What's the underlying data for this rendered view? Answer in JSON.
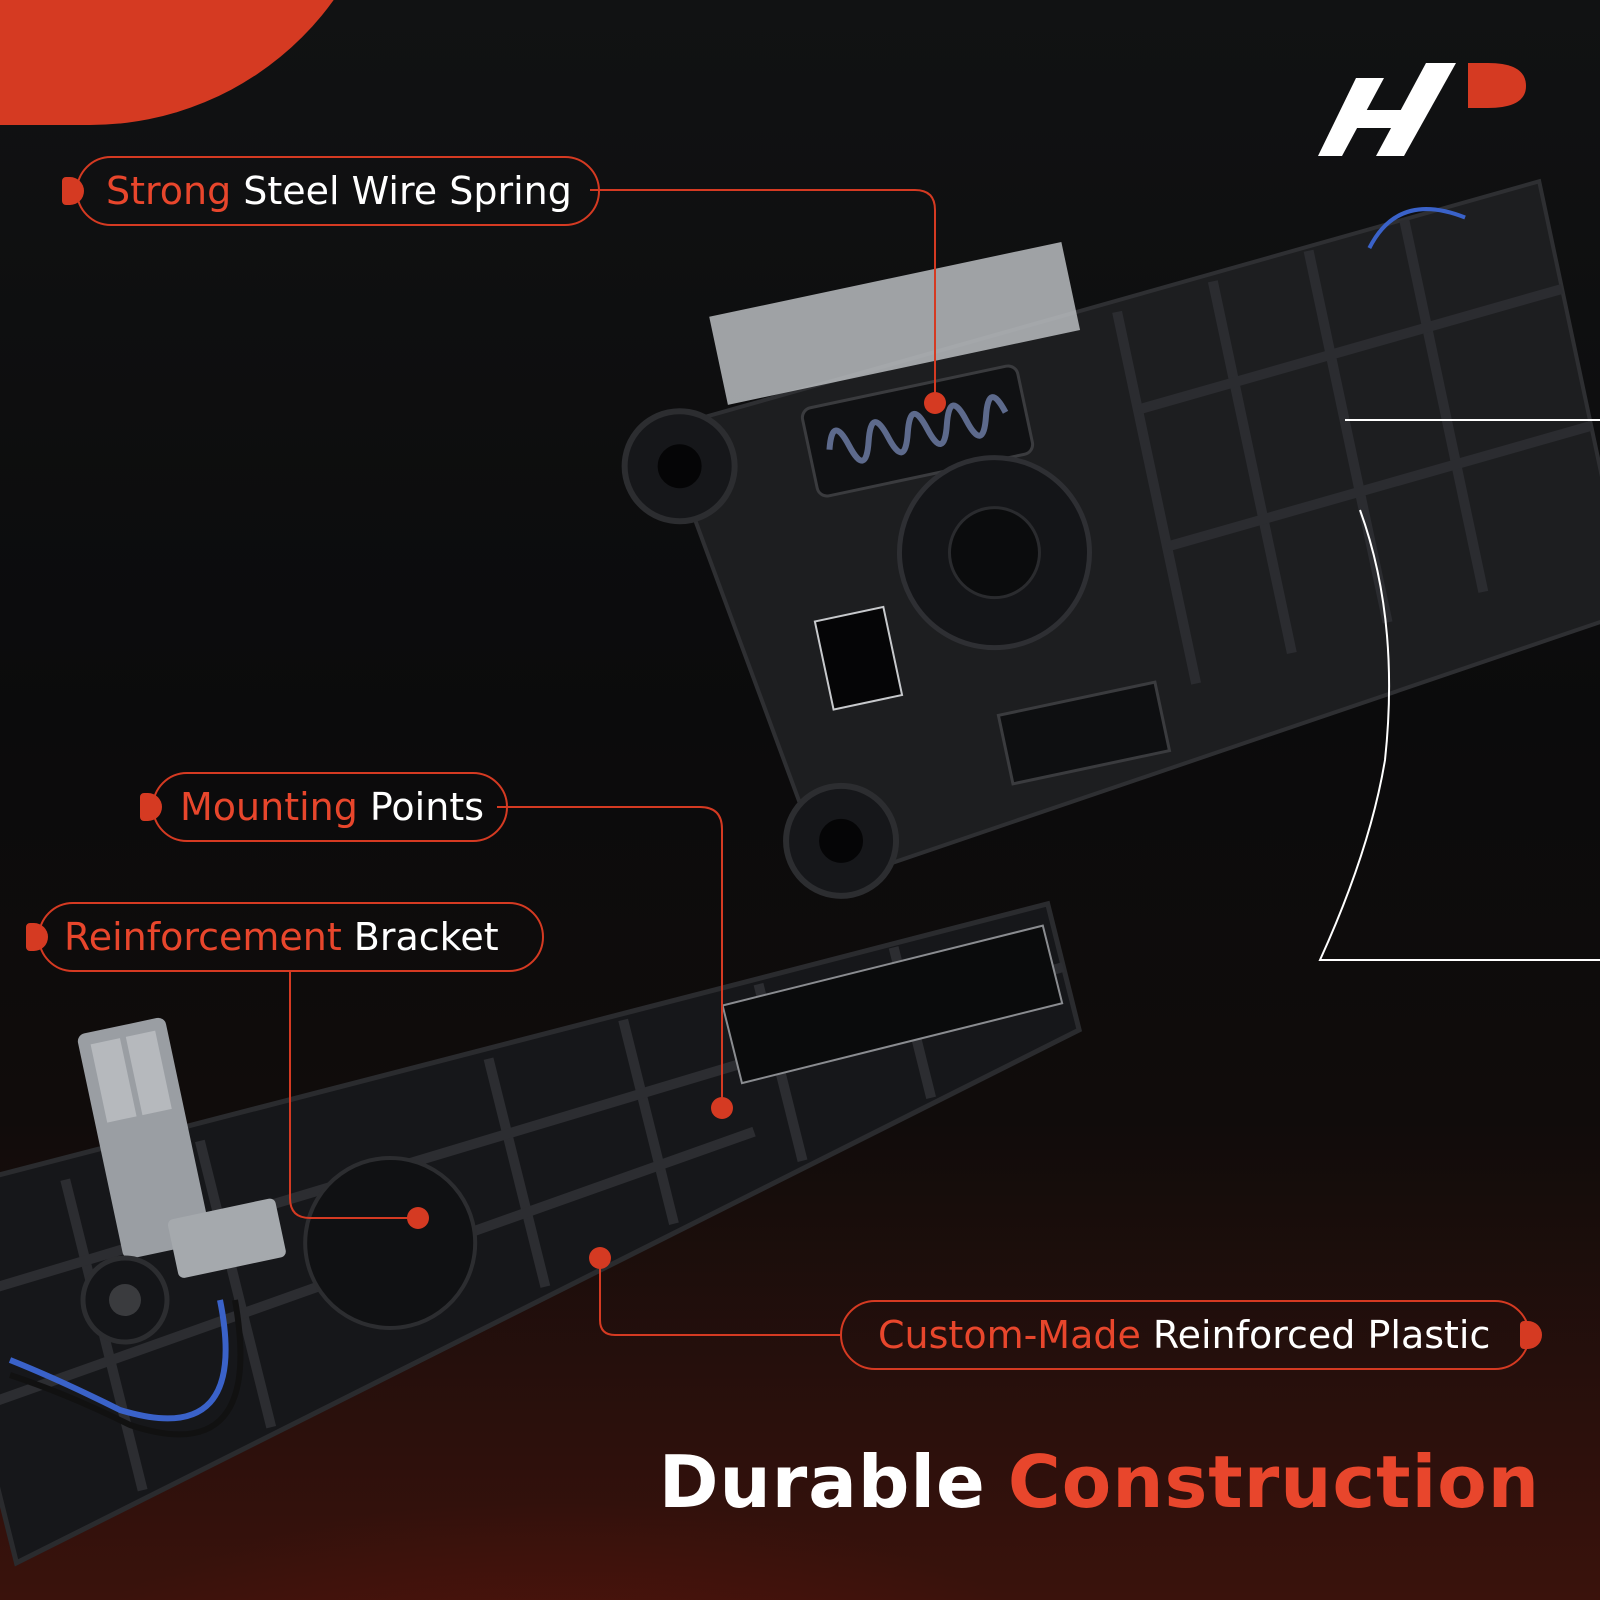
{
  "logo": {
    "name": "a-premium-logo-icon"
  },
  "callouts": {
    "spring": {
      "accent": "Strong",
      "rest": "Steel Wire Spring"
    },
    "mounting": {
      "accent": "Mounting",
      "rest": "Points"
    },
    "bracket": {
      "accent": "Reinforcement",
      "rest": "Bracket"
    },
    "plastic": {
      "accent": "Custom-Made",
      "rest": "Reinforced Plastic"
    }
  },
  "headline": {
    "white": "Durable",
    "red": "Construction"
  },
  "colors": {
    "accent": "#d53a22",
    "text": "#ffffff",
    "background": "#0b0b0c"
  }
}
